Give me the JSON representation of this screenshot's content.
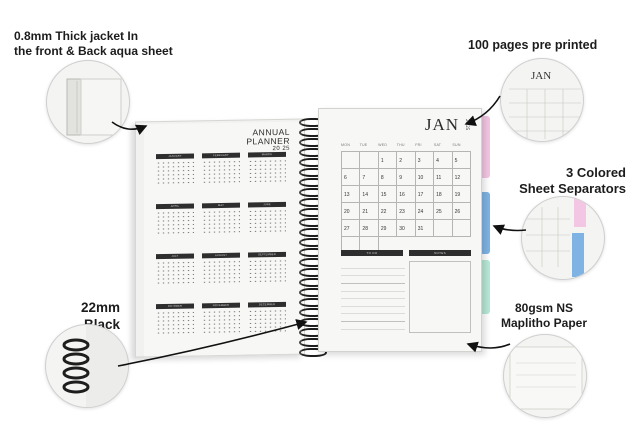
{
  "callouts": {
    "jacket_line1": "0.8mm Thick jacket In",
    "jacket_line2": "the front & Back aqua sheet",
    "pages": "100 pages pre printed",
    "separators_line1": "3 Colored",
    "separators_line2": "Sheet Separators",
    "wiro_line1": "22mm",
    "wiro_line2": "Black Wiro",
    "paper_line1": "80gsm NS",
    "paper_line2": "Maplitho Paper"
  },
  "left_page": {
    "title_line1": "ANNUAL",
    "title_line2": "PLANNER",
    "year": "20 25",
    "months": [
      "JANUARY",
      "FEBRUARY",
      "MARCH",
      "APRIL",
      "MAY",
      "JUNE",
      "JULY",
      "AUGUST",
      "SEPTEMBER",
      "OCTOBER",
      "NOVEMBER",
      "DECEMBER"
    ]
  },
  "right_page": {
    "month": "JAN",
    "year": "20 25",
    "weekdays": [
      "MON",
      "TUE",
      "WED",
      "THU",
      "FRI",
      "SAT",
      "SUN"
    ],
    "days": [
      "",
      "",
      "1",
      "2",
      "3",
      "4",
      "5",
      "6",
      "7",
      "8",
      "9",
      "10",
      "11",
      "12",
      "13",
      "14",
      "15",
      "16",
      "17",
      "18",
      "19",
      "20",
      "21",
      "22",
      "23",
      "24",
      "25",
      "26",
      "27",
      "28",
      "29",
      "30",
      "31",
      "",
      "",
      "",
      ""
    ],
    "todo_label": "TO DO",
    "notes_label": "NOTES"
  },
  "colors": {
    "tab_pink": "#f3c6e3",
    "tab_blue": "#7fb3e3",
    "tab_green": "#b8e8d7",
    "wire": "#1e1e1e"
  }
}
